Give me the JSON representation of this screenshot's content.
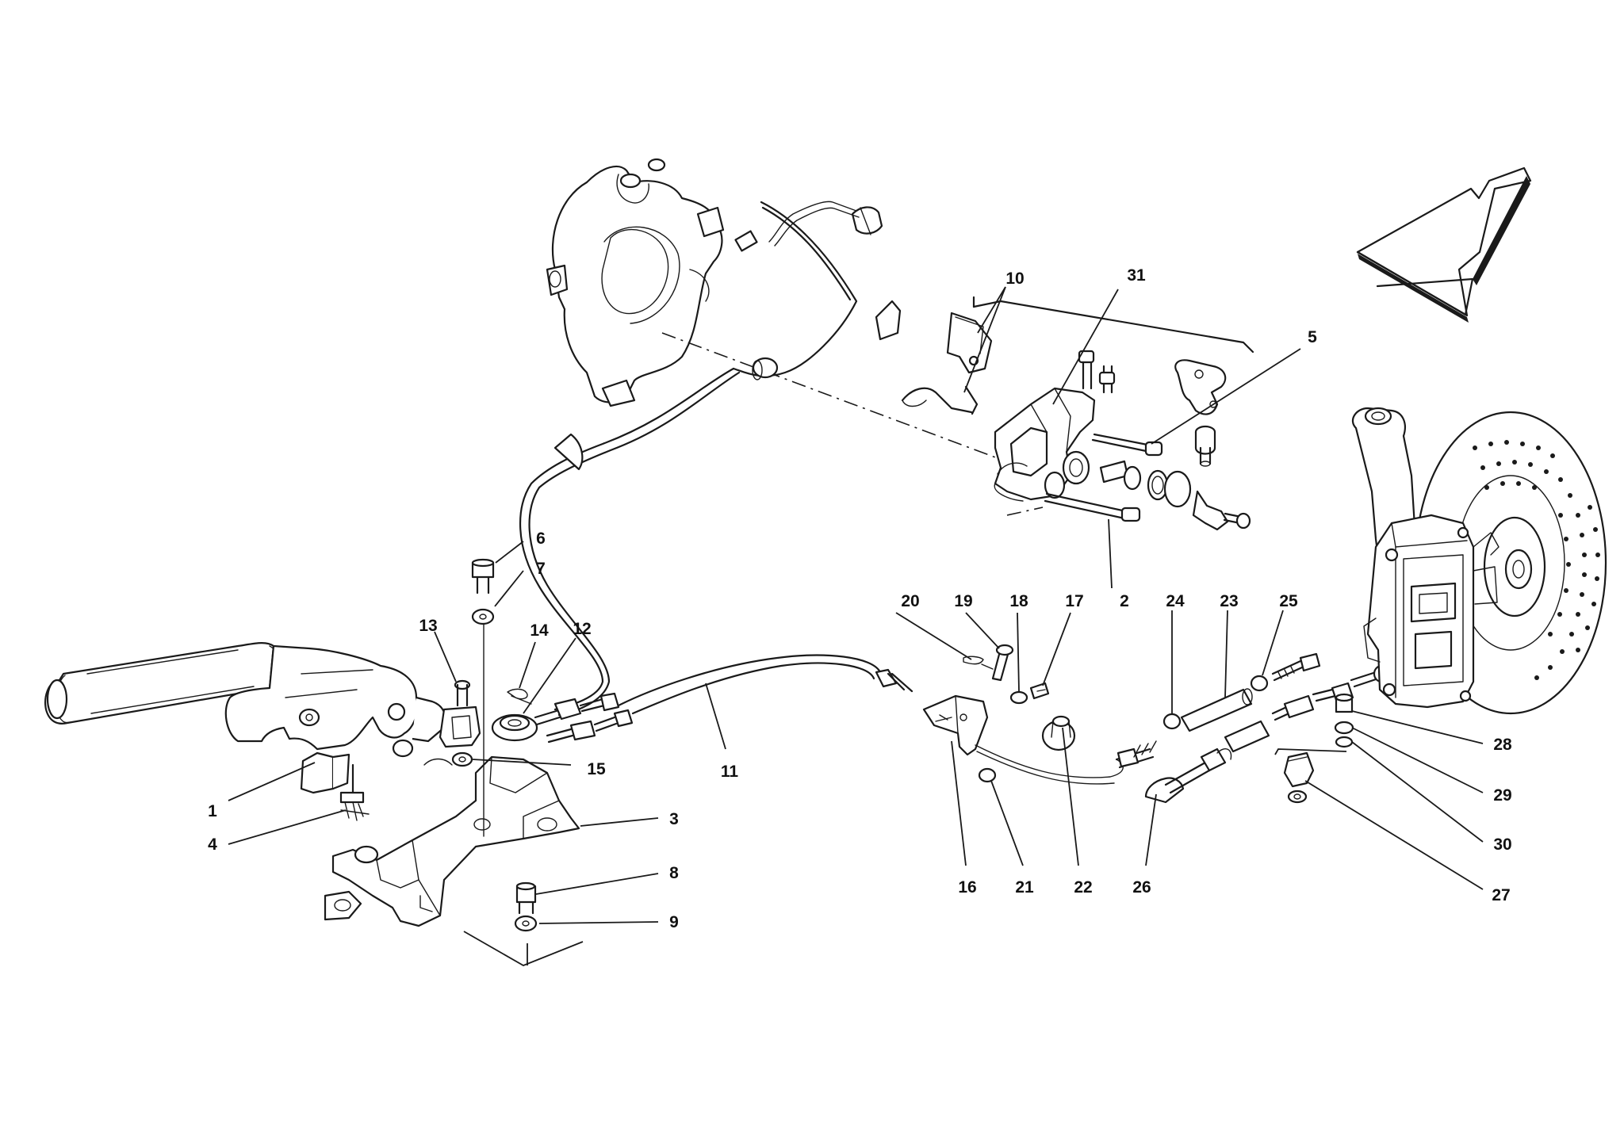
{
  "diagram": {
    "callouts": [
      {
        "id": "c1",
        "text": "1"
      },
      {
        "id": "c2",
        "text": "2"
      },
      {
        "id": "c3",
        "text": "3"
      },
      {
        "id": "c4",
        "text": "4"
      },
      {
        "id": "c5",
        "text": "5"
      },
      {
        "id": "c6",
        "text": "6"
      },
      {
        "id": "c7",
        "text": "7"
      },
      {
        "id": "c8",
        "text": "8"
      },
      {
        "id": "c9",
        "text": "9"
      },
      {
        "id": "c10",
        "text": "10"
      },
      {
        "id": "c11",
        "text": "11"
      },
      {
        "id": "c12",
        "text": "12"
      },
      {
        "id": "c13",
        "text": "13"
      },
      {
        "id": "c14",
        "text": "14"
      },
      {
        "id": "c15",
        "text": "15"
      },
      {
        "id": "c16",
        "text": "16"
      },
      {
        "id": "c17",
        "text": "17"
      },
      {
        "id": "c18",
        "text": "18"
      },
      {
        "id": "c19",
        "text": "19"
      },
      {
        "id": "c20",
        "text": "20"
      },
      {
        "id": "c21",
        "text": "21"
      },
      {
        "id": "c22",
        "text": "22"
      },
      {
        "id": "c23",
        "text": "23"
      },
      {
        "id": "c24",
        "text": "24"
      },
      {
        "id": "c25",
        "text": "25"
      },
      {
        "id": "c26",
        "text": "26"
      },
      {
        "id": "c27",
        "text": "27"
      },
      {
        "id": "c28",
        "text": "28"
      },
      {
        "id": "c29",
        "text": "29"
      },
      {
        "id": "c30",
        "text": "30"
      },
      {
        "id": "c31",
        "text": "31"
      }
    ],
    "colors": {
      "ink": "#1a1a1a",
      "background": "#ffffff"
    },
    "icons": {
      "orientation_arrow": "direction-arrow-icon"
    }
  }
}
